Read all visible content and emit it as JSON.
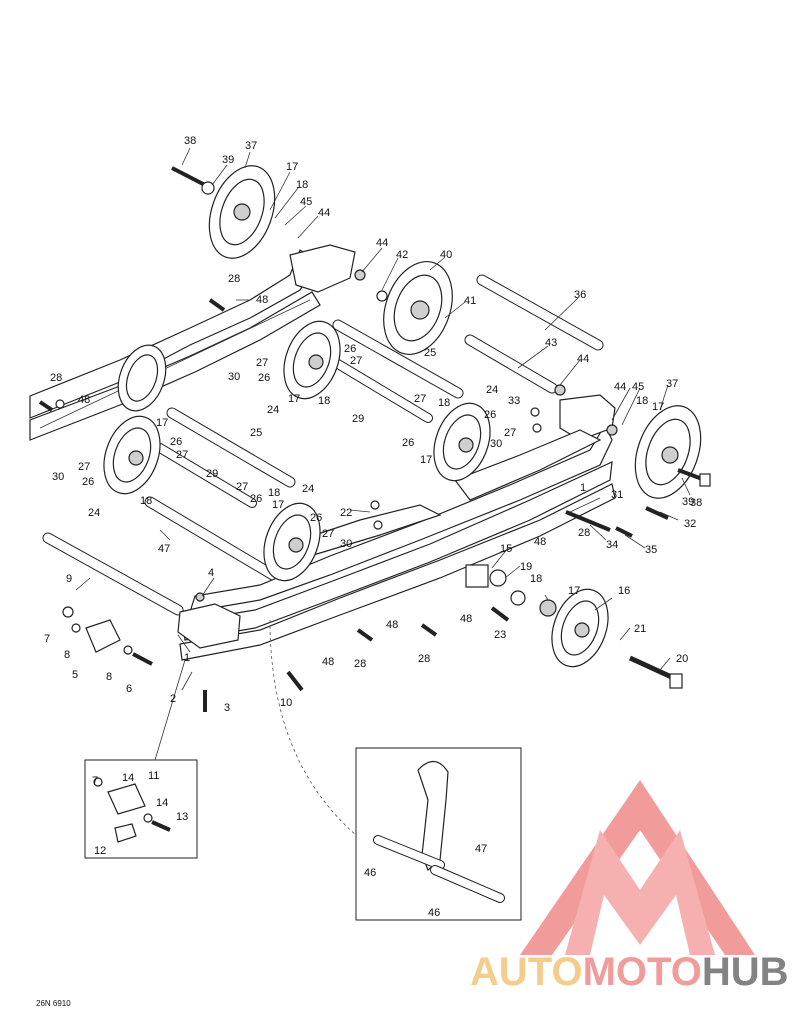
{
  "drawing_ref": "26N 6910",
  "watermark": {
    "part1": "AUTO",
    "part2": "MOTO",
    "part3": "HUB",
    "color_light": "#f3c57a",
    "color_red": "#f08a8a",
    "color_gray": "#6e6e6e"
  },
  "callouts": {
    "c1": "1",
    "c2": "2",
    "c3": "3",
    "c4": "4",
    "c5": "5",
    "c6": "6",
    "c7": "7",
    "c8": "8",
    "c9": "9",
    "c10": "10",
    "c11": "11",
    "c12": "12",
    "c13": "13",
    "c14": "14",
    "c15": "15",
    "c16": "16",
    "c17": "17",
    "c18": "18",
    "c19": "19",
    "c20": "20",
    "c21": "21",
    "c22": "22",
    "c23": "23",
    "c24": "24",
    "c25": "25",
    "c26": "26",
    "c27": "27",
    "c28": "28",
    "c29": "29",
    "c30": "30",
    "c31": "31",
    "c32": "32",
    "c33": "33",
    "c34": "34",
    "c35": "35",
    "c36": "36",
    "c37": "37",
    "c38": "38",
    "c39": "39",
    "c40": "40",
    "c41": "41",
    "c42": "42",
    "c43": "43",
    "c44": "44",
    "c45": "45",
    "c46": "46",
    "c47": "47",
    "c48": "48"
  }
}
